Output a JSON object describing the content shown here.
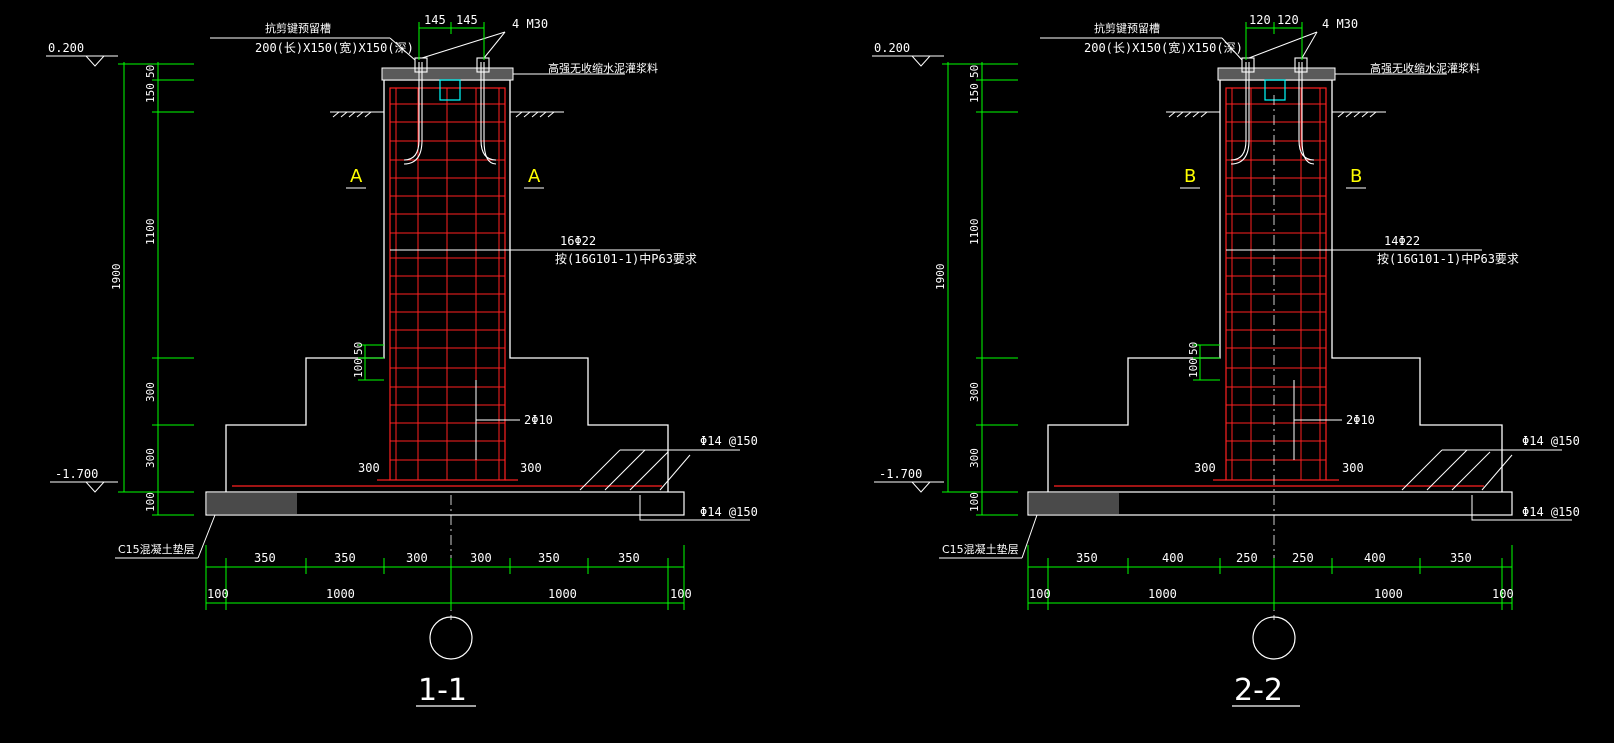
{
  "colors": {
    "background": "#000000",
    "outline": "#ffffff",
    "rebar": "#ff2020",
    "dimension": "#00ff00",
    "label": "#ffff00",
    "anchor_box": "#00ffff"
  },
  "sections": [
    {
      "id": "s1",
      "title": "1-1",
      "side_label": "A",
      "anchor_bolt_spacing": [
        "145",
        "145"
      ],
      "bolt_label": "4 M30",
      "groove_label_1": "抗剪键预留槽",
      "groove_label_2": "200(长)X150(宽)X150(深)",
      "grout_label": "高强无收缩水泥灌浆料",
      "elev_top": "0.200",
      "elev_bottom": "-1.700",
      "vert_dims": [
        "50",
        "150",
        "1100",
        "1900",
        "50",
        "100",
        "300",
        "300",
        "100"
      ],
      "main_bar_1": "16Φ22",
      "main_bar_2": "按(16G101-1)中P63要求",
      "tie_bar": "2Φ10",
      "stirrup_bar": "Φ14 @150",
      "bottom_bar": "Φ14 @150",
      "hook_left": "300",
      "hook_right": "300",
      "cushion_label": "C15混凝土垫层",
      "horiz_top": [
        "350",
        "350",
        "300",
        "300",
        "350",
        "350"
      ],
      "horiz_bottom": [
        "100",
        "1000",
        "1000",
        "100"
      ]
    },
    {
      "id": "s2",
      "title": "2-2",
      "side_label": "B",
      "anchor_bolt_spacing": [
        "120",
        "120"
      ],
      "bolt_label": "4 M30",
      "groove_label_1": "抗剪键预留槽",
      "groove_label_2": "200(长)X150(宽)X150(深)",
      "grout_label": "高强无收缩水泥灌浆料",
      "elev_top": "0.200",
      "elev_bottom": "-1.700",
      "vert_dims": [
        "50",
        "150",
        "1100",
        "1900",
        "50",
        "100",
        "300",
        "300",
        "100"
      ],
      "main_bar_1": "14Φ22",
      "main_bar_2": "按(16G101-1)中P63要求",
      "tie_bar": "2Φ10",
      "stirrup_bar": "Φ14 @150",
      "bottom_bar": "Φ14 @150",
      "hook_left": "300",
      "hook_right": "300",
      "cushion_label": "C15混凝土垫层",
      "horiz_top": [
        "350",
        "400",
        "250",
        "250",
        "400",
        "350"
      ],
      "horiz_bottom": [
        "100",
        "1000",
        "1000",
        "100"
      ]
    }
  ]
}
